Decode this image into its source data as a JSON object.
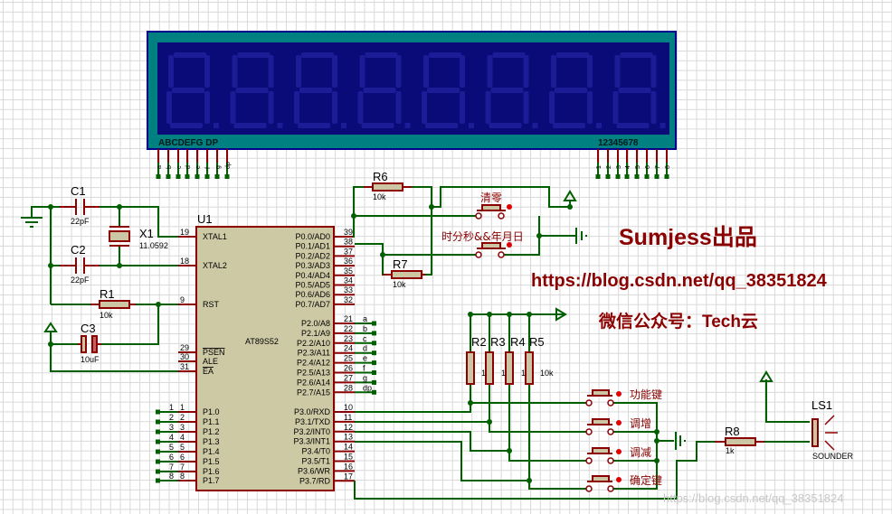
{
  "display": {
    "segment_header": "ABCDEFG DP",
    "digit_header": "12345678",
    "segment_pins": [
      "a",
      "b",
      "c",
      "d",
      "e",
      "f",
      "g",
      "dp"
    ],
    "digit_pins": [
      "1",
      "2",
      "3",
      "4",
      "5",
      "6",
      "7",
      "8"
    ],
    "digit_count": 8,
    "colors": {
      "frame": "#008080",
      "panel": "#0a0a78",
      "segment": "#1c1c96"
    }
  },
  "u1": {
    "ref": "U1",
    "part": "AT89S52",
    "left_pins": [
      {
        "num": "19",
        "name": "XTAL1"
      },
      {
        "num": "18",
        "name": "XTAL2"
      },
      {
        "num": "9",
        "name": "RST"
      },
      {
        "num": "29",
        "name": "PSEN"
      },
      {
        "num": "30",
        "name": "ALE"
      },
      {
        "num": "31",
        "name": "EA"
      },
      {
        "num": "1",
        "name": "P1.0",
        "net": "1"
      },
      {
        "num": "2",
        "name": "P1.1",
        "net": "2"
      },
      {
        "num": "3",
        "name": "P1.2",
        "net": "3"
      },
      {
        "num": "4",
        "name": "P1.3",
        "net": "4"
      },
      {
        "num": "5",
        "name": "P1.4",
        "net": "5"
      },
      {
        "num": "6",
        "name": "P1.5",
        "net": "6"
      },
      {
        "num": "7",
        "name": "P1.6",
        "net": "7"
      },
      {
        "num": "8",
        "name": "P1.7",
        "net": "8"
      }
    ],
    "right_pins": [
      {
        "num": "39",
        "name": "P0.0/AD0"
      },
      {
        "num": "38",
        "name": "P0.1/AD1"
      },
      {
        "num": "37",
        "name": "P0.2/AD2"
      },
      {
        "num": "36",
        "name": "P0.3/AD3"
      },
      {
        "num": "35",
        "name": "P0.4/AD4"
      },
      {
        "num": "34",
        "name": "P0.5/AD5"
      },
      {
        "num": "33",
        "name": "P0.6/AD6"
      },
      {
        "num": "32",
        "name": "P0.7/AD7"
      },
      {
        "num": "21",
        "name": "P2.0/A8",
        "net": "a"
      },
      {
        "num": "22",
        "name": "P2.1/A9",
        "net": "b"
      },
      {
        "num": "23",
        "name": "P2.2/A10",
        "net": "c"
      },
      {
        "num": "24",
        "name": "P2.3/A11",
        "net": "d"
      },
      {
        "num": "25",
        "name": "P2.4/A12",
        "net": "e"
      },
      {
        "num": "26",
        "name": "P2.5/A13",
        "net": "f"
      },
      {
        "num": "27",
        "name": "P2.6/A14",
        "net": "g"
      },
      {
        "num": "28",
        "name": "P2.7/A15",
        "net": "dp"
      },
      {
        "num": "10",
        "name": "P3.0/RXD"
      },
      {
        "num": "11",
        "name": "P3.1/TXD"
      },
      {
        "num": "12",
        "name": "P3.2/INT0"
      },
      {
        "num": "13",
        "name": "P3.3/INT1"
      },
      {
        "num": "14",
        "name": "P3.4/T0"
      },
      {
        "num": "15",
        "name": "P3.5/T1"
      },
      {
        "num": "16",
        "name": "P3.6/WR"
      },
      {
        "num": "17",
        "name": "P3.7/RD"
      }
    ]
  },
  "parts": {
    "c1": {
      "ref": "C1",
      "value": "22pF"
    },
    "c2": {
      "ref": "C2",
      "value": "22pF"
    },
    "c3": {
      "ref": "C3",
      "value": "10uF"
    },
    "x1": {
      "ref": "X1",
      "value": "11.0592"
    },
    "r1": {
      "ref": "R1",
      "value": "10k"
    },
    "r6": {
      "ref": "R6",
      "value": "10k"
    },
    "r7": {
      "ref": "R7",
      "value": "10k"
    },
    "r2": {
      "ref": "R2",
      "value": "1"
    },
    "r3": {
      "ref": "R3",
      "value": "1"
    },
    "r4": {
      "ref": "R4",
      "value": "1"
    },
    "r5": {
      "ref": "R5",
      "value": "10k"
    },
    "r8": {
      "ref": "R8",
      "value": "1k"
    },
    "ls1": {
      "ref": "LS1",
      "value": "SOUNDER"
    }
  },
  "buttons": {
    "clear": "清零",
    "mode": "时分秒&&年月日",
    "function": "功能键",
    "increase": "调增",
    "decrease": "调减",
    "confirm": "确定键"
  },
  "annotations": {
    "brand": "Sumjess出品",
    "url": "https://blog.csdn.net/qq_38351824",
    "wechat": "微信公众号：Tech云",
    "watermark": "https://blog.csdn.net/qq_38351824"
  },
  "colors": {
    "wire": "#006000",
    "pin": "#8b0000",
    "chip": "#cdc9a5",
    "text_accent": "#8b0000"
  }
}
